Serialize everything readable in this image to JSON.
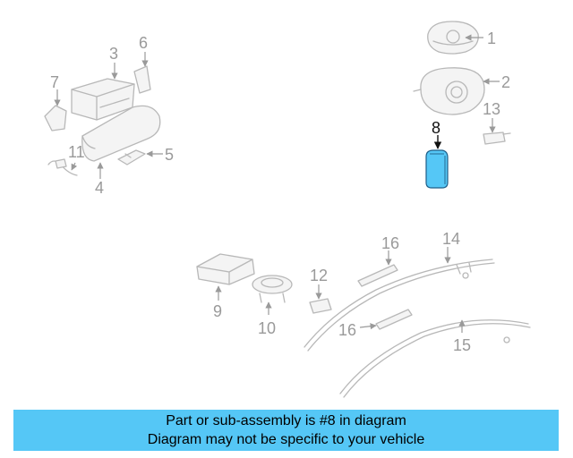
{
  "diagram": {
    "highlight_color": "#55c7f6",
    "callouts": {
      "c1": "1",
      "c2": "2",
      "c3": "3",
      "c4": "4",
      "c5": "5",
      "c6": "6",
      "c7": "7",
      "c8": "8",
      "c9": "9",
      "c10": "10",
      "c11": "11",
      "c12": "12",
      "c13": "13",
      "c14": "14",
      "c15": "15",
      "c16a": "16",
      "c16b": "16"
    }
  },
  "banner": {
    "line1": "Part or sub-assembly is #8 in diagram",
    "line2": "Diagram may not be specific to your vehicle",
    "background": "#55c7f6"
  }
}
